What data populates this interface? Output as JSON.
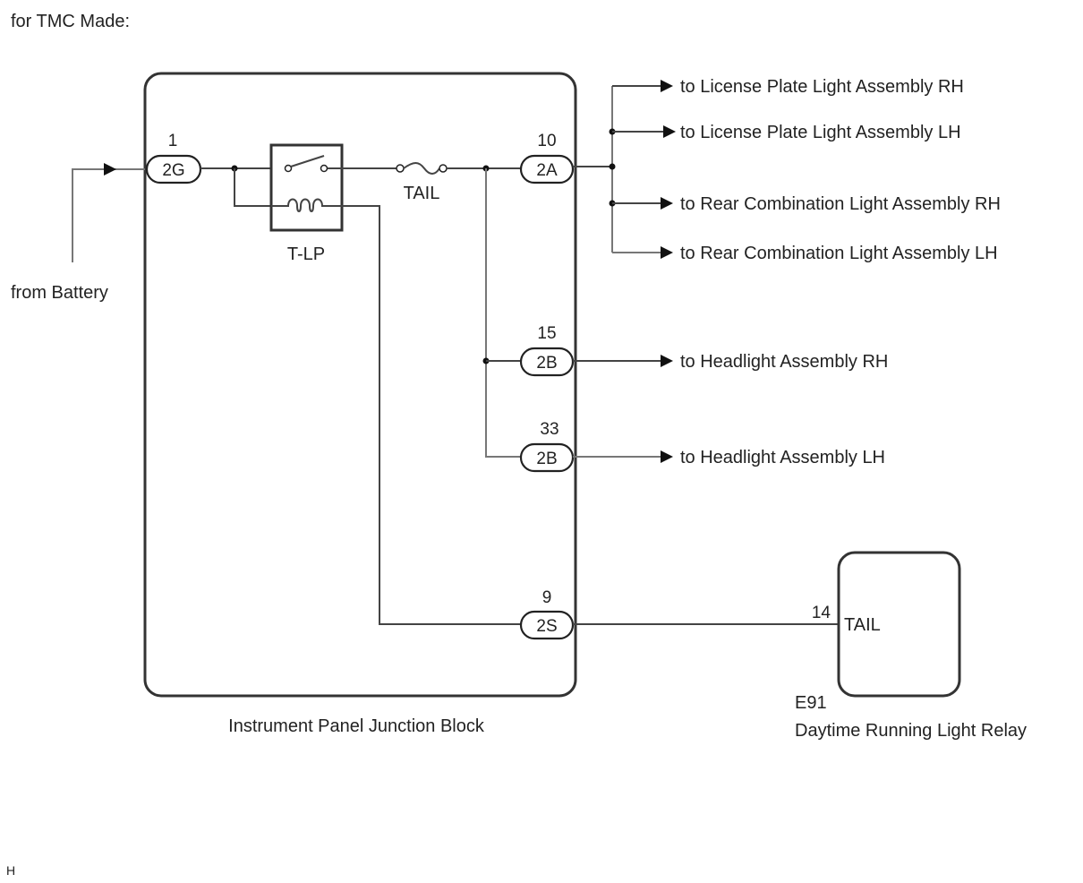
{
  "header": {
    "title": "for TMC Made:"
  },
  "footer": {
    "code": "H"
  },
  "source": {
    "label": "from Battery"
  },
  "junction_block": {
    "name": "Instrument Panel Junction Block",
    "relay": {
      "label": "T-LP"
    },
    "fuse": {
      "label": "TAIL"
    },
    "connectors": [
      {
        "pin": "1",
        "code": "2G"
      },
      {
        "pin": "10",
        "code": "2A"
      },
      {
        "pin": "15",
        "code": "2B"
      },
      {
        "pin": "33",
        "code": "2B"
      },
      {
        "pin": "9",
        "code": "2S"
      }
    ]
  },
  "outputs": [
    {
      "label": "to License Plate Light Assembly RH"
    },
    {
      "label": "to License Plate Light Assembly LH"
    },
    {
      "label": "to Rear Combination Light Assembly RH"
    },
    {
      "label": "to Rear Combination Light Assembly LH"
    },
    {
      "label": "to Headlight Assembly RH"
    },
    {
      "label": "to Headlight Assembly LH"
    }
  ],
  "relay_component": {
    "code": "E91",
    "name": "Daytime Running Light Relay",
    "pin": "14",
    "terminal": "TAIL"
  }
}
